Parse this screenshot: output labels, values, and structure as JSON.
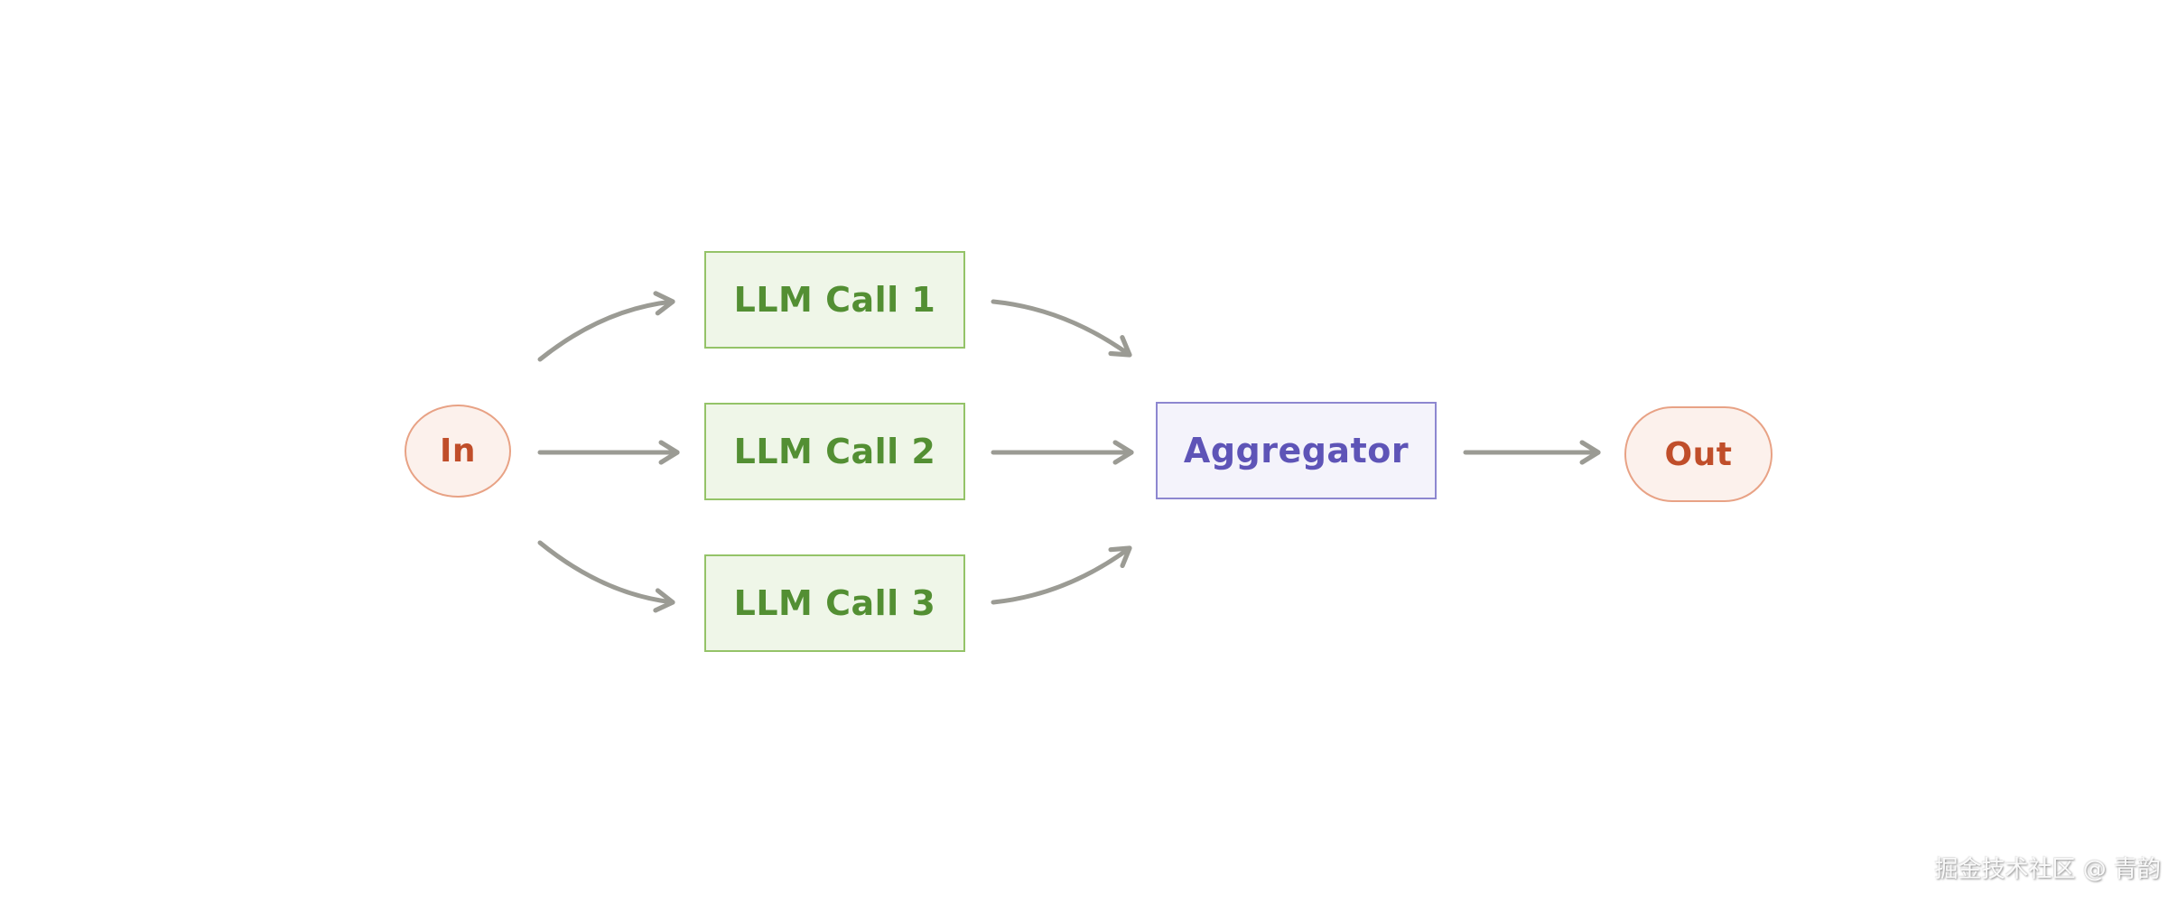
{
  "diagram": {
    "kind": "workflow-diagram",
    "nodes": {
      "in": {
        "label": "In",
        "shape": "ellipse",
        "fill": "#fcf1ec",
        "border": "#e8a285",
        "text_color": "#c04e2a"
      },
      "llm_call_1": {
        "label": "LLM Call 1",
        "shape": "rect",
        "fill": "#eff6e8",
        "border": "#94c368",
        "text_color": "#538f33"
      },
      "llm_call_2": {
        "label": "LLM Call 2",
        "shape": "rect",
        "fill": "#eff6e8",
        "border": "#94c368",
        "text_color": "#538f33"
      },
      "llm_call_3": {
        "label": "LLM Call 3",
        "shape": "rect",
        "fill": "#eff6e8",
        "border": "#94c368",
        "text_color": "#538f33"
      },
      "aggregator": {
        "label": "Aggregator",
        "shape": "rect",
        "fill": "#f4f3fb",
        "border": "#8d87d0",
        "text_color": "#5e54b7"
      },
      "out": {
        "label": "Out",
        "shape": "pill",
        "fill": "#fcf1ec",
        "border": "#e8a285",
        "text_color": "#c04e2a"
      }
    },
    "edges": [
      {
        "from": "in",
        "to": "llm_call_1",
        "style": "curved"
      },
      {
        "from": "in",
        "to": "llm_call_2",
        "style": "straight"
      },
      {
        "from": "in",
        "to": "llm_call_3",
        "style": "curved"
      },
      {
        "from": "llm_call_1",
        "to": "aggregator",
        "style": "curved"
      },
      {
        "from": "llm_call_2",
        "to": "aggregator",
        "style": "straight"
      },
      {
        "from": "llm_call_3",
        "to": "aggregator",
        "style": "curved"
      },
      {
        "from": "aggregator",
        "to": "out",
        "style": "straight"
      }
    ],
    "arrow_color": "#9b9b94",
    "background": "#ffffff"
  },
  "watermark": {
    "text": "掘金技术社区 @ 青韵"
  }
}
